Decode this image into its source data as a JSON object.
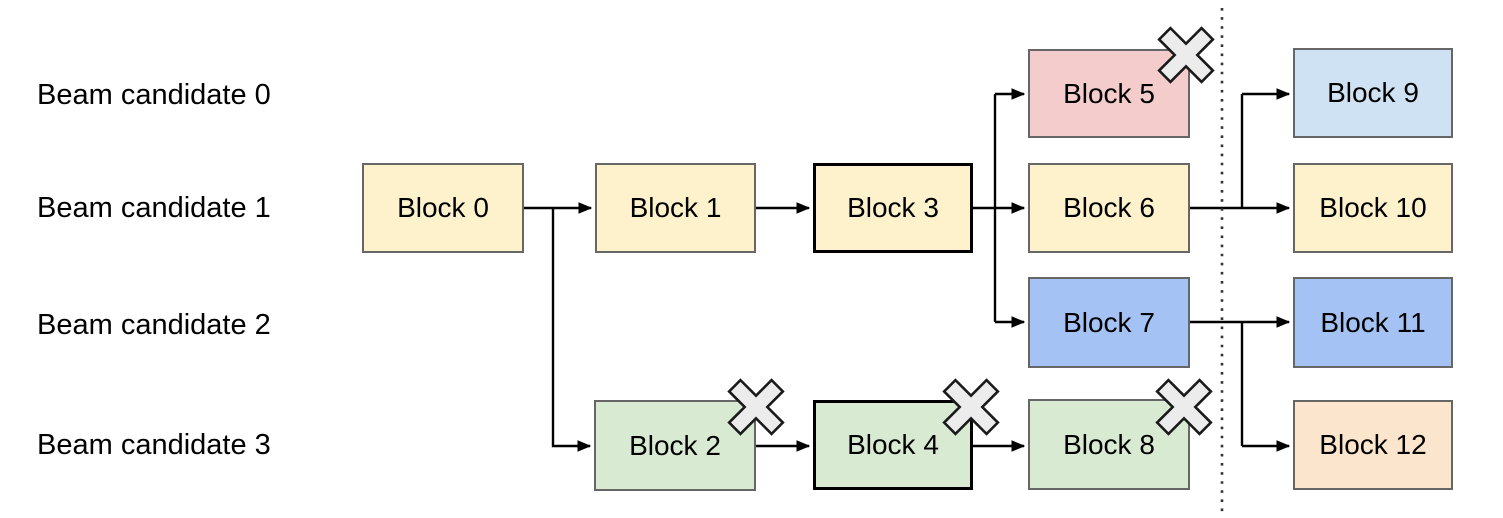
{
  "diagram": {
    "type": "beam-search-block-graph",
    "row_labels": [
      {
        "label": "Beam candidate 0"
      },
      {
        "label": "Beam candidate 1"
      },
      {
        "label": "Beam candidate 2"
      },
      {
        "label": "Beam candidate 3"
      }
    ],
    "blocks": [
      {
        "label": "Block 0",
        "fill": "#FDF2CC",
        "border": "#666666",
        "row": "beam-candidate-1",
        "pruned": false,
        "highlighted": false
      },
      {
        "label": "Block 1",
        "fill": "#FDF2CC",
        "border": "#666666",
        "row": "beam-candidate-1",
        "pruned": false,
        "highlighted": false
      },
      {
        "label": "Block 2",
        "fill": "#D9EAD3",
        "border": "#666666",
        "row": "beam-candidate-3",
        "pruned": true,
        "highlighted": false
      },
      {
        "label": "Block 3",
        "fill": "#FDF2CC",
        "border": "#000000",
        "row": "beam-candidate-1",
        "pruned": false,
        "highlighted": true
      },
      {
        "label": "Block 4",
        "fill": "#D9EAD3",
        "border": "#000000",
        "row": "beam-candidate-3",
        "pruned": true,
        "highlighted": true
      },
      {
        "label": "Block 5",
        "fill": "#F4CCCC",
        "border": "#666666",
        "row": "beam-candidate-0",
        "pruned": true,
        "highlighted": false
      },
      {
        "label": "Block 6",
        "fill": "#FDF2CC",
        "border": "#666666",
        "row": "beam-candidate-1",
        "pruned": false,
        "highlighted": false
      },
      {
        "label": "Block 7",
        "fill": "#A4C2F4",
        "border": "#666666",
        "row": "beam-candidate-2",
        "pruned": false,
        "highlighted": false
      },
      {
        "label": "Block 8",
        "fill": "#D9EAD3",
        "border": "#666666",
        "row": "beam-candidate-3",
        "pruned": true,
        "highlighted": false
      },
      {
        "label": "Block 9",
        "fill": "#CFE2F3",
        "border": "#666666",
        "row": "beam-candidate-0",
        "pruned": false,
        "highlighted": false
      },
      {
        "label": "Block 10",
        "fill": "#FDF2CC",
        "border": "#666666",
        "row": "beam-candidate-1",
        "pruned": false,
        "highlighted": false
      },
      {
        "label": "Block 11",
        "fill": "#A4C2F4",
        "border": "#666666",
        "row": "beam-candidate-2",
        "pruned": false,
        "highlighted": false
      },
      {
        "label": "Block 12",
        "fill": "#FCE5CD",
        "border": "#666666",
        "row": "beam-candidate-3",
        "pruned": false,
        "highlighted": false
      }
    ],
    "edges": [
      {
        "from": "Block 0",
        "to": "Block 1"
      },
      {
        "from": "Block 0",
        "to": "Block 2"
      },
      {
        "from": "Block 1",
        "to": "Block 3"
      },
      {
        "from": "Block 2",
        "to": "Block 4"
      },
      {
        "from": "Block 3",
        "to": "Block 5"
      },
      {
        "from": "Block 3",
        "to": "Block 6"
      },
      {
        "from": "Block 3",
        "to": "Block 7"
      },
      {
        "from": "Block 4",
        "to": "Block 8"
      },
      {
        "from": "Block 6",
        "to": "Block 9"
      },
      {
        "from": "Block 6",
        "to": "Block 10"
      },
      {
        "from": "Block 7",
        "to": "Block 11"
      },
      {
        "from": "Block 7",
        "to": "Block 12"
      }
    ],
    "pruned_blocks": [
      "Block 2",
      "Block 4",
      "Block 5",
      "Block 8"
    ],
    "colors": {
      "line": "#000000",
      "dotted_separator": "#333333",
      "x_mark_fill": "#ececec",
      "x_mark_stroke": "#1a1a1a",
      "text": "#000000"
    }
  }
}
